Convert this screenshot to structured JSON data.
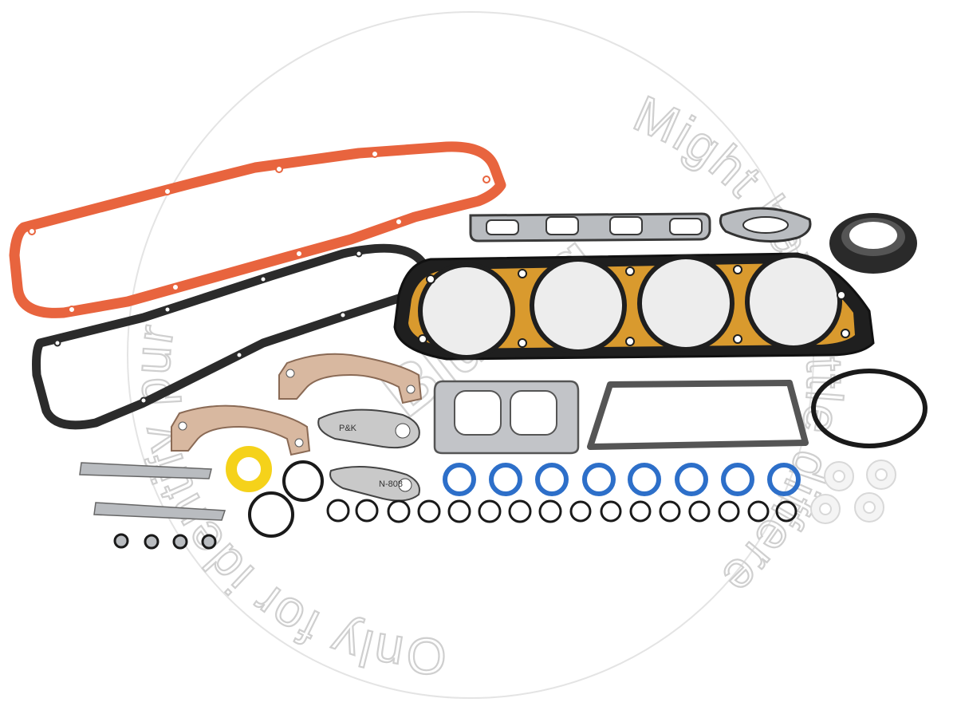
{
  "image": {
    "watermark_top": "Might have little differences",
    "watermark_bottom": "Only for identify purposes.",
    "watermark_logo": "Blumaq",
    "colors": {
      "background": "#ffffff",
      "watermark": "#cfcfcf",
      "rocker_gasket_orange": "#e8643e",
      "rocker_gasket_black": "#2b2b2b",
      "head_gasket_copper": "#d99a2e",
      "head_gasket_steel": "#1f1f1f",
      "oring_blue": "#2d6fc9",
      "oring_black": "#1a1a1a",
      "seal_yellow": "#f5d21a",
      "fiber_gray": "#c9c9c9",
      "metal_silver": "#b9bcc0"
    },
    "stamped_text": {
      "small_gasket_top": "P&K",
      "small_gasket_bottom": "N-808"
    }
  }
}
